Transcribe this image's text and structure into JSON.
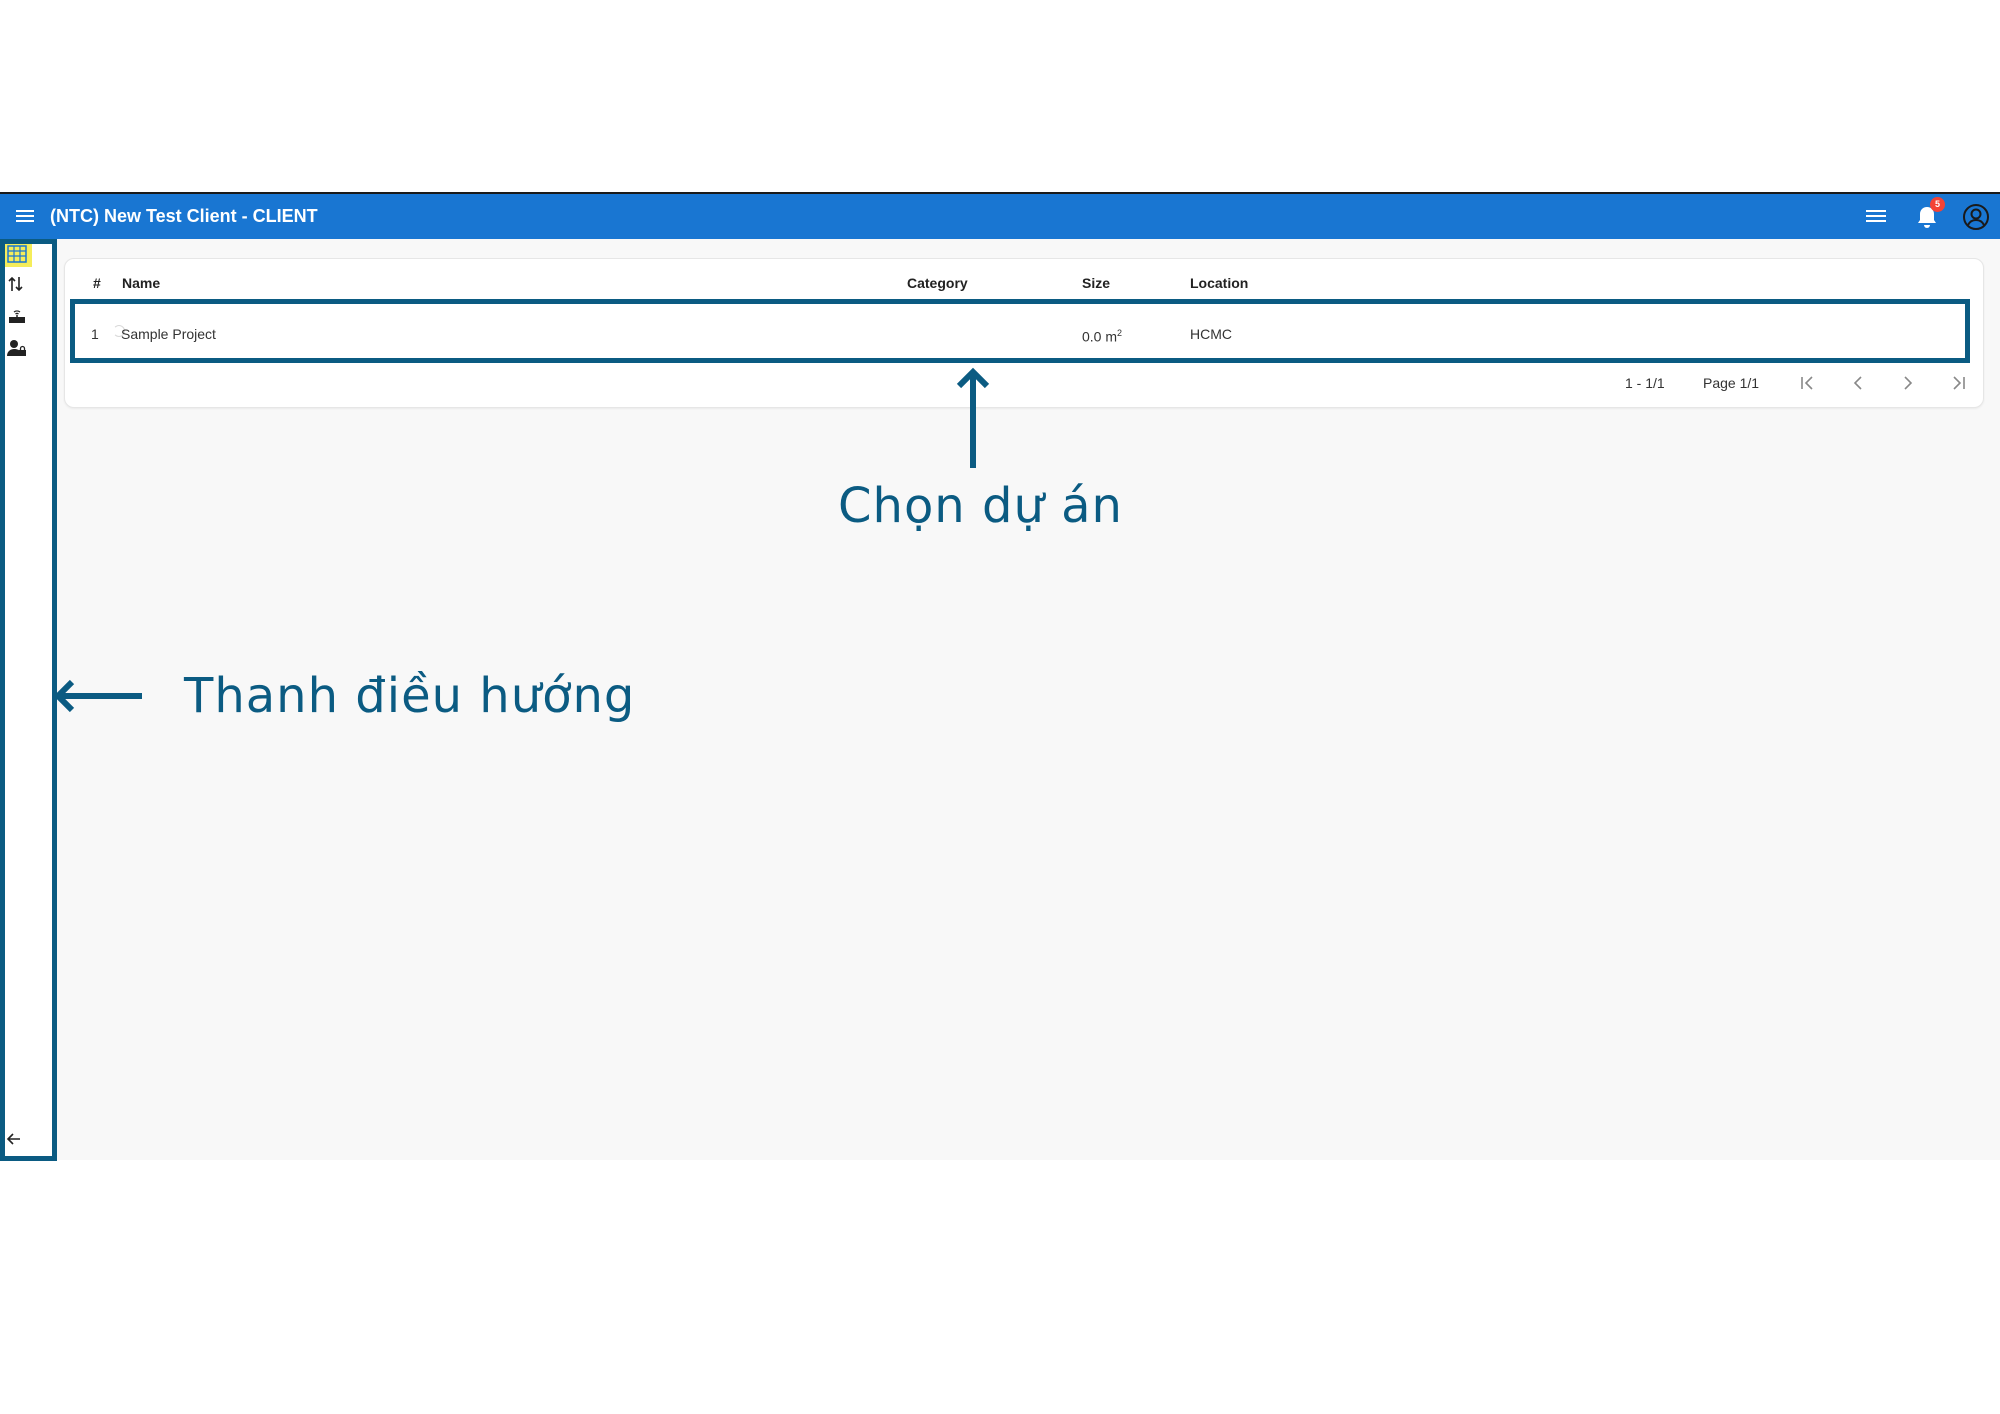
{
  "header": {
    "title": "(NTC) New Test Client - CLIENT",
    "notification_count": "5",
    "accent_color": "#1976d2"
  },
  "sidebar": {
    "items": [
      {
        "icon": "building-grid-icon",
        "active": true
      },
      {
        "icon": "sort-arrows-icon",
        "active": false
      },
      {
        "icon": "router-wifi-icon",
        "active": false
      },
      {
        "icon": "user-lock-icon",
        "active": false
      }
    ],
    "collapse_icon": "arrow-left-icon",
    "active_color": "#f5ed5a"
  },
  "table": {
    "columns": [
      "#",
      "Name",
      "Category",
      "Size",
      "Location"
    ],
    "rows": [
      {
        "index": "1",
        "name": "Sample Project",
        "category": "",
        "size": "0.0 m",
        "size_unit_sup": "2",
        "location": "HCMC"
      }
    ]
  },
  "pagination": {
    "range": "1 - 1/1",
    "page": "Page 1/1"
  },
  "annotations": {
    "row_label": "Chọn dự án",
    "sidebar_label": "Thanh điều hướng",
    "color": "#0b5b82"
  }
}
